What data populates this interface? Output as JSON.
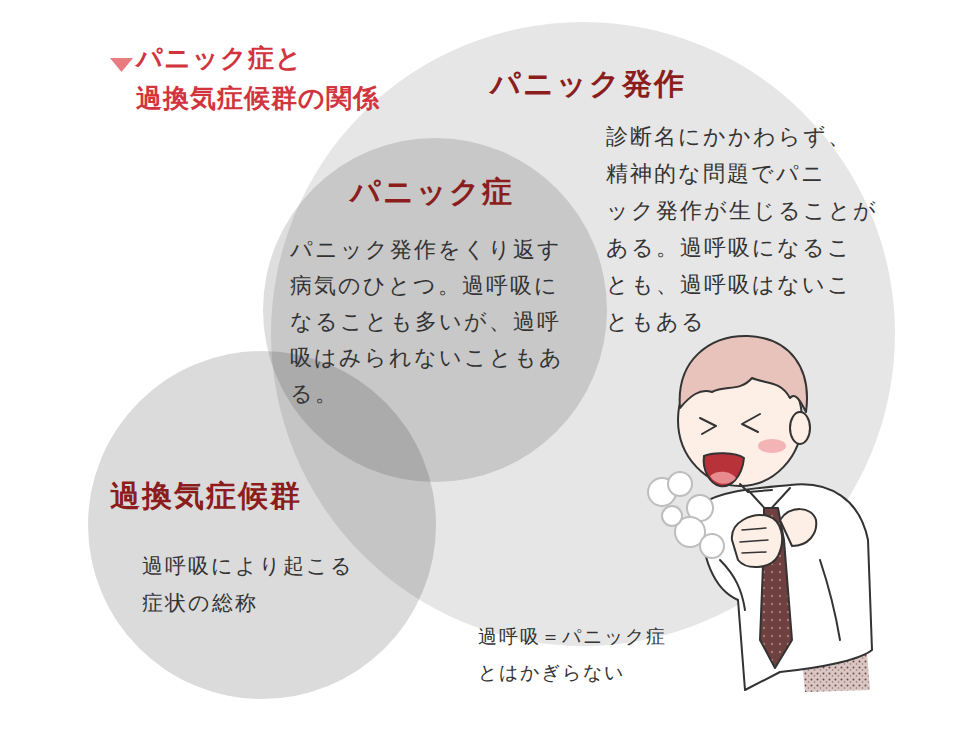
{
  "diagram": {
    "title": "パニック症と 過換気症候群の関係",
    "nodes": [
      {
        "text": [
          "パニック発作",
          "診断名にかかわらず、 精神的な問題でパニ ック発作が生じることが ある。過呼吸になるこ とも、過呼吸はないこ ともある"
        ]
      },
      {
        "text": [
          "パニック症",
          "パニック発作をくり返す 病気のひとつ。過呼吸に なることも多いが、過呼 吸はみられないこともあ る。"
        ],
        "in": 0
      },
      {
        "text": [
          "過換気症候群",
          "過呼吸により起こる 症状の総称"
        ]
      }
    ],
    "labels": [
      "過呼吸＝パニック症 とはかぎらない"
    ]
  }
}
